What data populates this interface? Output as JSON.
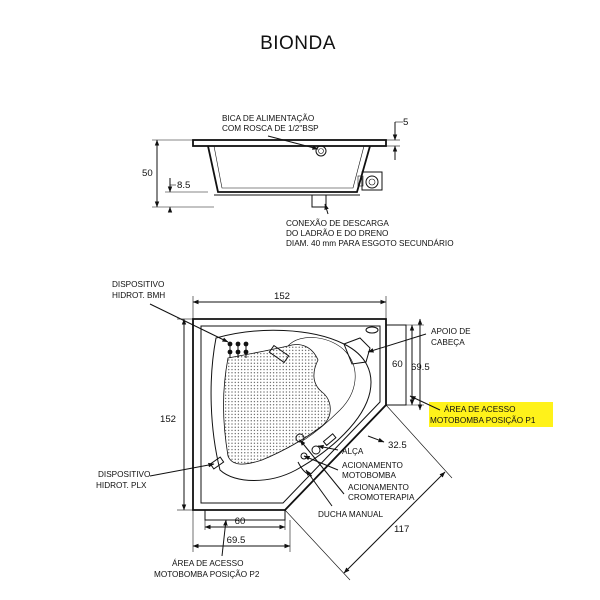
{
  "title": "BIONDA",
  "side_view": {
    "spout_label_1": "BICA DE ALIMENTAÇÃO",
    "spout_label_2": "COM ROSCA DE 1/2\"BSP",
    "dim_top": "5",
    "dim_height": "50",
    "dim_base": "8.5",
    "drain_label_1": "CONEXÃO DE DESCARGA",
    "drain_label_2": "DO LADRÃO E DO DRENO",
    "drain_label_3": "DIAM. 40 mm PARA ESGOTO SECUNDÁRIO"
  },
  "plan_view": {
    "bmh_label_1": "DISPOSITIVO",
    "bmh_label_2": "HIDROT. BMH",
    "dim_width_top": "152",
    "dim_height_left": "152",
    "headrest_label_1": "APOIO DE",
    "headrest_label_2": "CABEÇA",
    "dim_right_60": "60",
    "dim_right_695": "69.5",
    "pump_p1_label_1": "ÁREA DE ACESSO",
    "pump_p1_label_2": "MOTOBOMBA POSIÇÃO P1",
    "dim_325": "32.5",
    "alca_label": "ALÇA",
    "motor_label_1": "ACIONAMENTO",
    "motor_label_2": "MOTOBOMBA",
    "chromo_label_1": "ACIONAMENTO",
    "chromo_label_2": "CROMOTERAPIA",
    "plx_label_1": "DISPOSITIVO",
    "plx_label_2": "HIDROT. PLX",
    "shower_label": "DUCHA MANUAL",
    "dim_bottom_60": "60",
    "dim_bottom_695": "69.5",
    "dim_diag_117": "117",
    "pump_p2_label_1": "ÁREA DE ACESSO",
    "pump_p2_label_2": "MOTOBOMBA POSIÇÃO P2"
  },
  "colors": {
    "line": "#111111",
    "highlight": "#fff21a",
    "background": "#ffffff"
  }
}
